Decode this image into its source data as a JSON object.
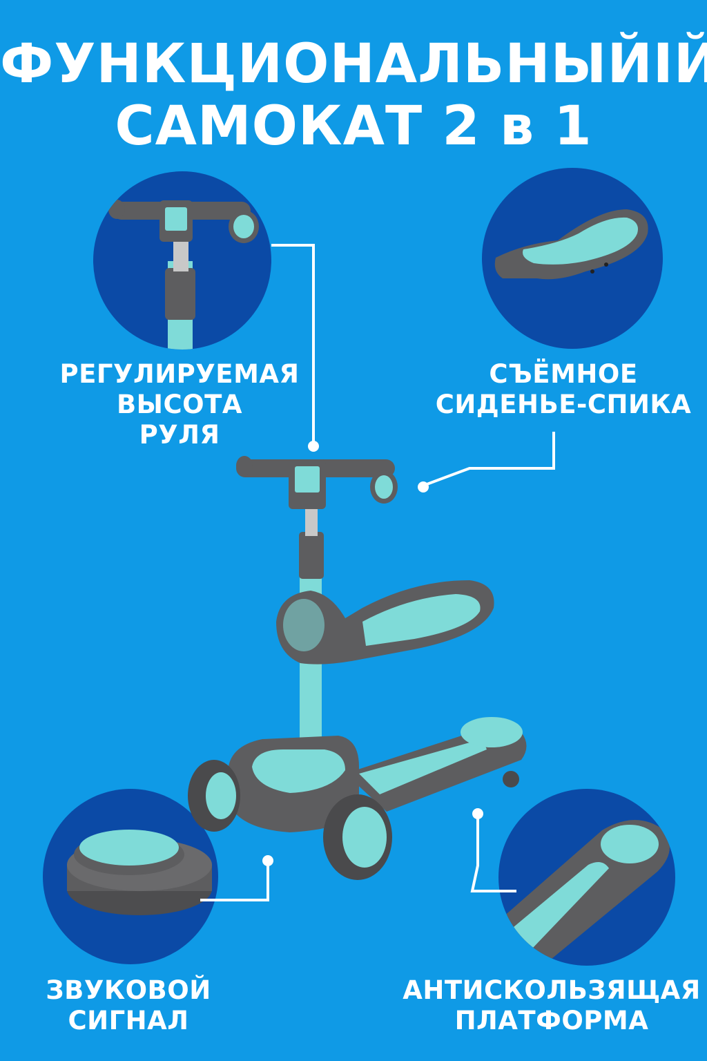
{
  "title": {
    "line1": "ФУНКЦИОНАЛЬНЫЙІЙ",
    "line2": "САМОКАТ 2 в 1"
  },
  "features": {
    "handlebar": {
      "line1": "РЕГУЛИРУЕМАЯ",
      "line2": "ВЫСОТА",
      "line3": "РУЛЯ"
    },
    "seat": {
      "line1": "СЪЁМНОЕ",
      "line2": "СИДЕНЬЕ-СПИКА"
    },
    "horn": {
      "line1": "ЗВУКОВОЙ",
      "line2": "СИГНАЛ"
    },
    "platform": {
      "line1": "АНТИСКОЛЬЗЯЩАЯ",
      "line2": "ПЛАТФОРМА"
    }
  },
  "colors": {
    "background": "#0f9ae6",
    "circle": "#0b4aa6",
    "mint": "#7fdbd8",
    "gray": "#5d5d5f"
  }
}
